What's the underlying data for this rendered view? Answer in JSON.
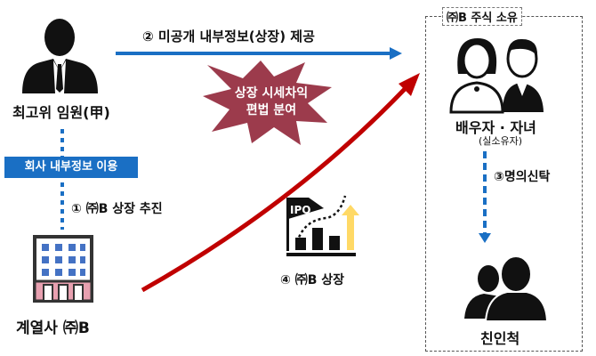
{
  "executive": {
    "label": "최고위 임원(甲)"
  },
  "internal_info_box": {
    "label": "회사 내부정보 이용"
  },
  "step1": {
    "label": "① ㈜B 상장 추진"
  },
  "affiliate": {
    "label": "계열사 ㈜B"
  },
  "step2": {
    "label": "② 미공개 내부정보(상장) 제공"
  },
  "burst": {
    "line1": "상장 시세차익",
    "line2": "편법 분여"
  },
  "ipo": {
    "icon_text": "IPO",
    "label": "④ ㈜B 상장"
  },
  "ownership_box": {
    "title": "㈜B 주식 소유"
  },
  "spouse_children": {
    "label": "배우자 · 자녀",
    "sub": "(실소유자)"
  },
  "step3": {
    "label": "③명의신탁"
  },
  "relatives": {
    "label": "친인척"
  },
  "colors": {
    "blue": "#1a6fc4",
    "burst": "#9c3b4c",
    "red_arrow": "#c00000",
    "yellow": "#ffd966"
  }
}
